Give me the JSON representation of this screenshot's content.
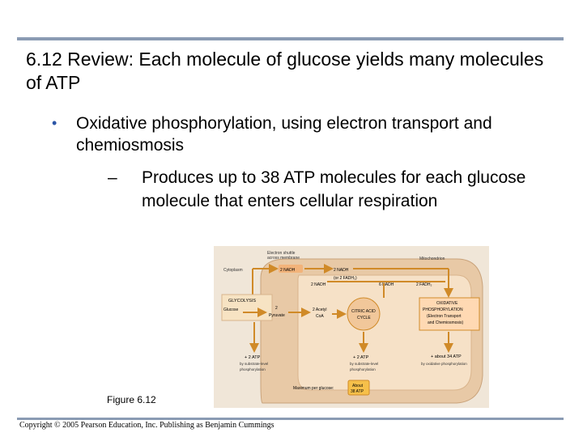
{
  "slide": {
    "title": "6.12 Review: Each molecule of glucose yields many molecules of ATP",
    "bullet": "Oxidative phosphorylation, using electron transport and chemiosmosis",
    "sub_bullet_dash": "–",
    "sub_bullet": "Produces up to 38 ATP molecules for each glucose molecule that enters cellular respiration",
    "figure_caption": "Figure 6.12",
    "copyright": "Copyright © 2005 Pearson Education, Inc. Publishing as Benjamin Cummings"
  },
  "diagram": {
    "shuttle_label_1": "Electron shuttle",
    "shuttle_label_2": "across membrane",
    "mitochondrion_label": "Mitochondrion",
    "cytoplasm_label": "Cytoplasm",
    "nadh_cytoplasm": "2  NADH",
    "nadh_shuttled": "2  NADH",
    "or_fadh2": "(or 2 FADH₂)",
    "nadh_pyruvate": "2  NADH",
    "nadh_krebs": "6  NADH",
    "fadh2_krebs": "2  FADH₂",
    "glycolysis_label": "GLYCOLYSIS",
    "glucose_label": "Glucose",
    "pyruvate_count": "2",
    "pyruvate_label": "Pyruvate",
    "acetyl_coa_1": "2 Acetyl",
    "acetyl_coa_2": "CoA",
    "citric_acid_1": "CITRIC ACID",
    "citric_acid_2": "CYCLE",
    "oxphos_1": "OXIDATIVE",
    "oxphos_2": "PHOSPHORYLATION",
    "oxphos_3": "(Electron Transport",
    "oxphos_4": "and Chemiosmosis)",
    "atp_glycolysis": "+ 2 ATP",
    "atp_glycolysis_note_1": "by substrate-level",
    "atp_glycolysis_note_2": "phosphorylation",
    "atp_krebs": "+ 2 ATP",
    "atp_krebs_note_1": "by substrate-level",
    "atp_krebs_note_2": "phosphorylation",
    "atp_oxphos": "+ about 34 ATP",
    "atp_oxphos_note": "by oxidative phosphorylation",
    "max_per_glucose": "Maximum per glucose:",
    "total_1": "About",
    "total_2": "38 ATP",
    "colors": {
      "background": "#f0e6d8",
      "membrane": "#e8c9a6",
      "matrix": "#f6e1c7",
      "arrow": "#d08a28",
      "glycolysis_box": "#f7e3c3",
      "citric_circle": "#f1c79a",
      "oxphos_box": "#ffd9b3",
      "nadh_box": "#f2b37a",
      "total_box": "#f6c04a"
    }
  }
}
